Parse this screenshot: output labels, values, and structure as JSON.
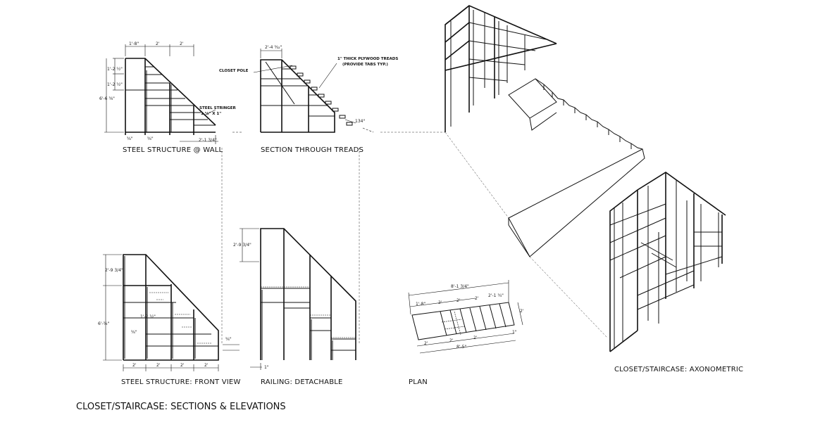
{
  "sheet_title": "CLOSET/STAIRCASE: SECTIONS & ELEVATIONS",
  "views": {
    "wall": "STEEL STRUCTURE @ WALL",
    "section": "SECTION THROUGH TREADS",
    "axon": "CLOSET/STAIRCASE: AXONOMETRIC",
    "front": "STEEL STRUCTURE: FRONT VIEW",
    "railing": "RAILING: DETACHABLE",
    "plan": "PLAN"
  },
  "annotations": {
    "steel_stringer": "STEEL STRINGER",
    "stringer_size": "1 ½\" X 1\"",
    "closet_pole": "CLOSET POLE",
    "plywood_treads": "1\" THICK PLYWOOD TREADS",
    "provide_tabs": "(PROVIDE TABS TYP.)"
  },
  "dimensions": {
    "wall_top": [
      "1'-8\"",
      "2'",
      "2'"
    ],
    "wall_left_a": "1'-2 ½\"",
    "wall_left_b": "1'-2 ½\"",
    "wall_height": "6'-6 ⅜\"",
    "wall_bottom_a": "⁵⁄₈\"",
    "wall_bottom_b": "⁵⁄₈\"",
    "wall_right": "2'-1 3/4\"",
    "section_top": "2'-4 ³⁄₃₂\"",
    "section_tread": "134°",
    "front_top": "2'-9 3/4\"",
    "front_height": "6'-⅜\"",
    "front_mid_a": "1'-2 ½\"",
    "front_mid_b": "⁵⁄₈\"",
    "front_right": "⁵⁄₈\"",
    "front_bottom": [
      "2'",
      "2'",
      "2'",
      "2'"
    ],
    "railing_height": "2'-9 3/4\"",
    "railing_bottom": "1\"",
    "plan_top_overall": "8'-1 3/4\"",
    "plan_top_a": "1'-8\"",
    "plan_top_b": "2'-1 ¾\"",
    "plan_top_split": [
      "2'",
      "2'",
      "2'"
    ],
    "plan_width": "2'",
    "plan_right": "1\"",
    "plan_bottom_split": [
      "2'",
      "2'",
      "2'"
    ],
    "plan_bottom_overall": "8'-5\""
  }
}
